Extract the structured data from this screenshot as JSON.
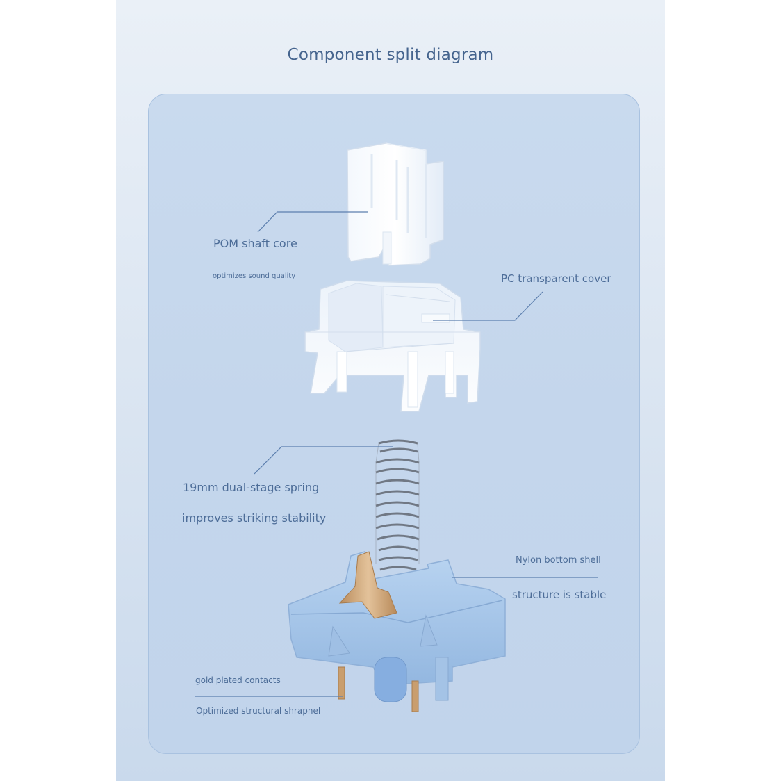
{
  "title": "Component split diagram",
  "labels": {
    "pom_title": "POM shaft core",
    "pom_sub": "optimizes sound quality",
    "pc_title": "PC transparent cover",
    "spring_title": "19mm dual-stage spring",
    "spring_sub": "improves striking stability",
    "nylon_title": "Nylon bottom shell",
    "nylon_sub": "structure is stable",
    "gold_title": "gold plated contacts",
    "gold_sub": "Optimized structural shrapnel"
  },
  "colors": {
    "text": "#4d6d98",
    "leader_line": "#5c7fae",
    "bottom_shell": "#a9c8ea",
    "contacts": "#c9a072"
  }
}
